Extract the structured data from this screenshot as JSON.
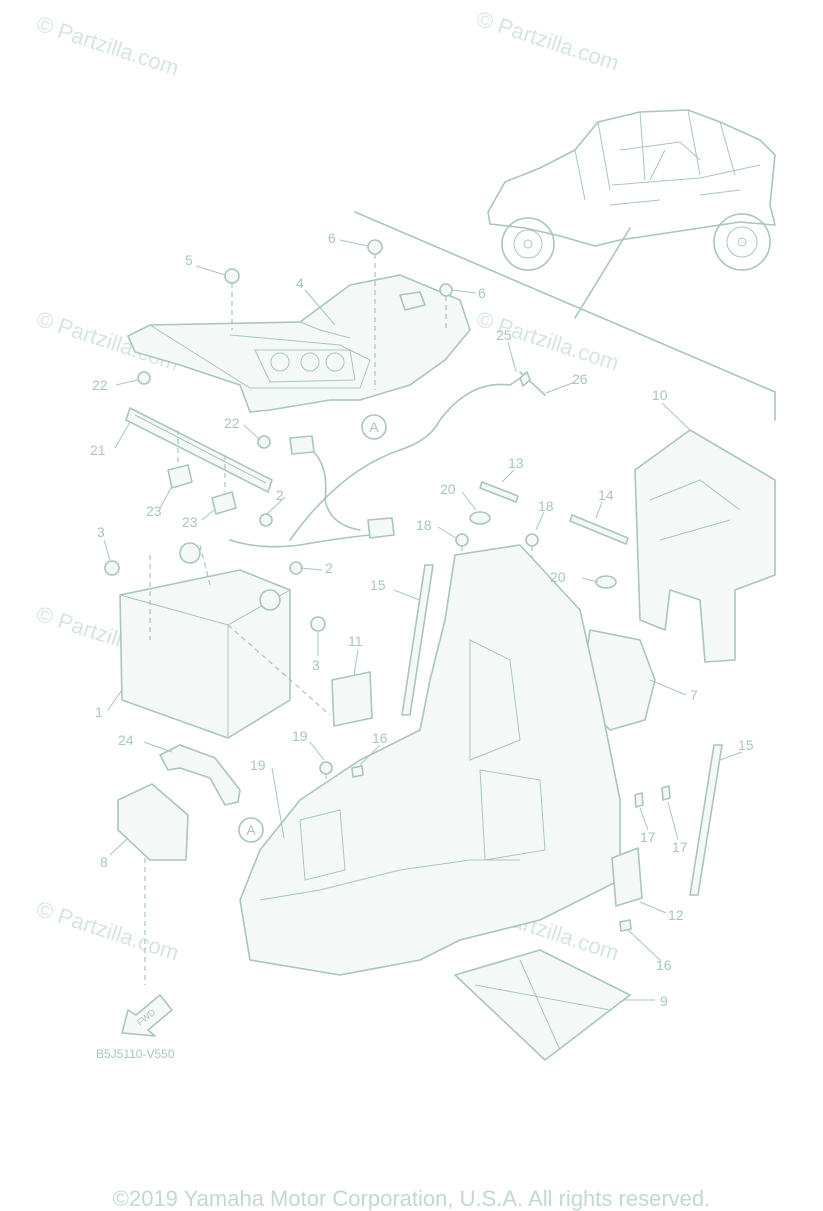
{
  "watermark": "© Partzilla.com",
  "diagram_code": "B5J5110-V550",
  "fwd_label": "FWD",
  "ref_marker": "A",
  "copyright": "©2019 Yamaha Motor Corporation, U.S.A. All rights reserved.",
  "callouts": [
    "1",
    "2",
    "2",
    "3",
    "3",
    "4",
    "5",
    "6",
    "6",
    "7",
    "8",
    "9",
    "10",
    "11",
    "12",
    "13",
    "14",
    "15",
    "15",
    "16",
    "16",
    "17",
    "17",
    "18",
    "18",
    "19",
    "19",
    "20",
    "20",
    "21",
    "22",
    "22",
    "23",
    "23",
    "24",
    "25",
    "26"
  ]
}
